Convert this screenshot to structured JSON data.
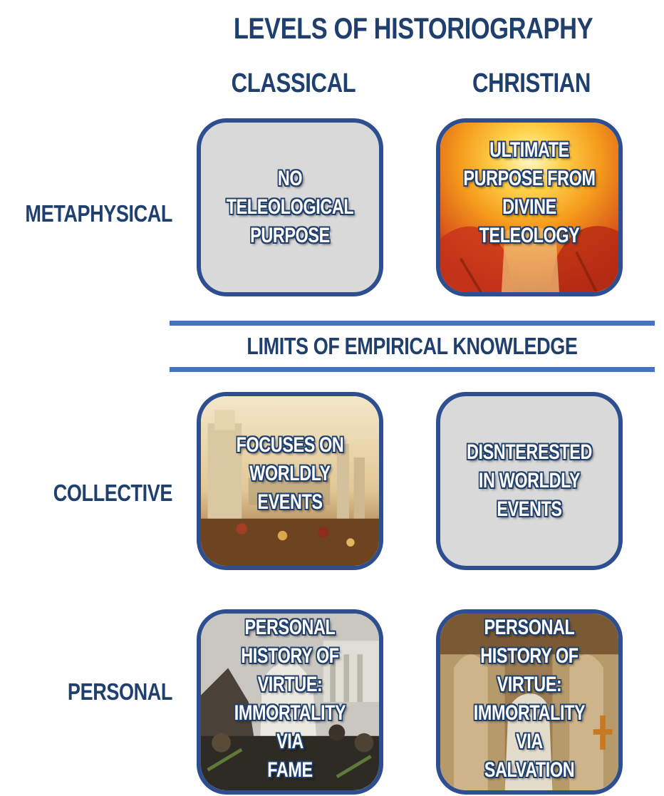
{
  "title": "LEVELS OF HISTORIOGRAPHY",
  "columns": {
    "classical": "CLASSICAL",
    "christian": "CHRISTIAN"
  },
  "rows": {
    "metaphysical": "METAPHYSICAL",
    "collective": "COLLECTIVE",
    "personal": "PERSONAL"
  },
  "divider": "LIMITS OF EMPIRICAL KNOWLEDGE",
  "cells": {
    "metaphysical_classical": "NO\nTELEOLOGICAL\nPURPOSE",
    "metaphysical_christian": "ULTIMATE\nPURPOSE FROM\nDIVINE\nTELEOLOGY",
    "collective_classical": "FOCUSES ON\nWORLDLY\nEVENTS",
    "collective_christian": "DISNTERESTED\nIN WORLDLY\nEVENTS",
    "personal_classical": "PERSONAL\nHISTORY OF\nVIRTUE:\nIMMORTALITY\nVIA\nFAME",
    "personal_christian": "PERSONAL\nHISTORY OF\nVIRTUE:\nIMMORTALITY\nVIA\nSALVATION"
  },
  "colors": {
    "heading": "#1f3f6e",
    "border": "#2d4f8f",
    "rule": "#4472c4",
    "plain_cell": "#d9d9d9"
  }
}
